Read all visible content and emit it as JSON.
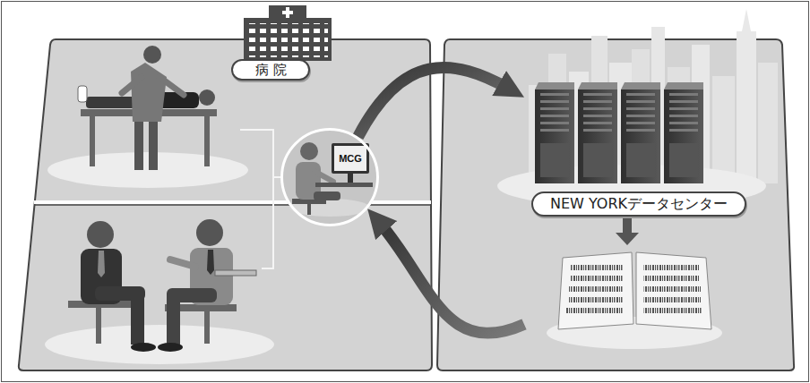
{
  "diagram": {
    "nodes": [
      {
        "text": [
          "病院"
        ]
      },
      {
        "text": [
          "MCG"
        ]
      },
      {
        "text": [
          "NEW YORKデータセンター"
        ]
      }
    ],
    "edges": [
      {
        "from": 1,
        "to": 2,
        "arrow": "to"
      },
      {
        "from": 2,
        "to": 1,
        "arrow": "to"
      }
    ]
  }
}
